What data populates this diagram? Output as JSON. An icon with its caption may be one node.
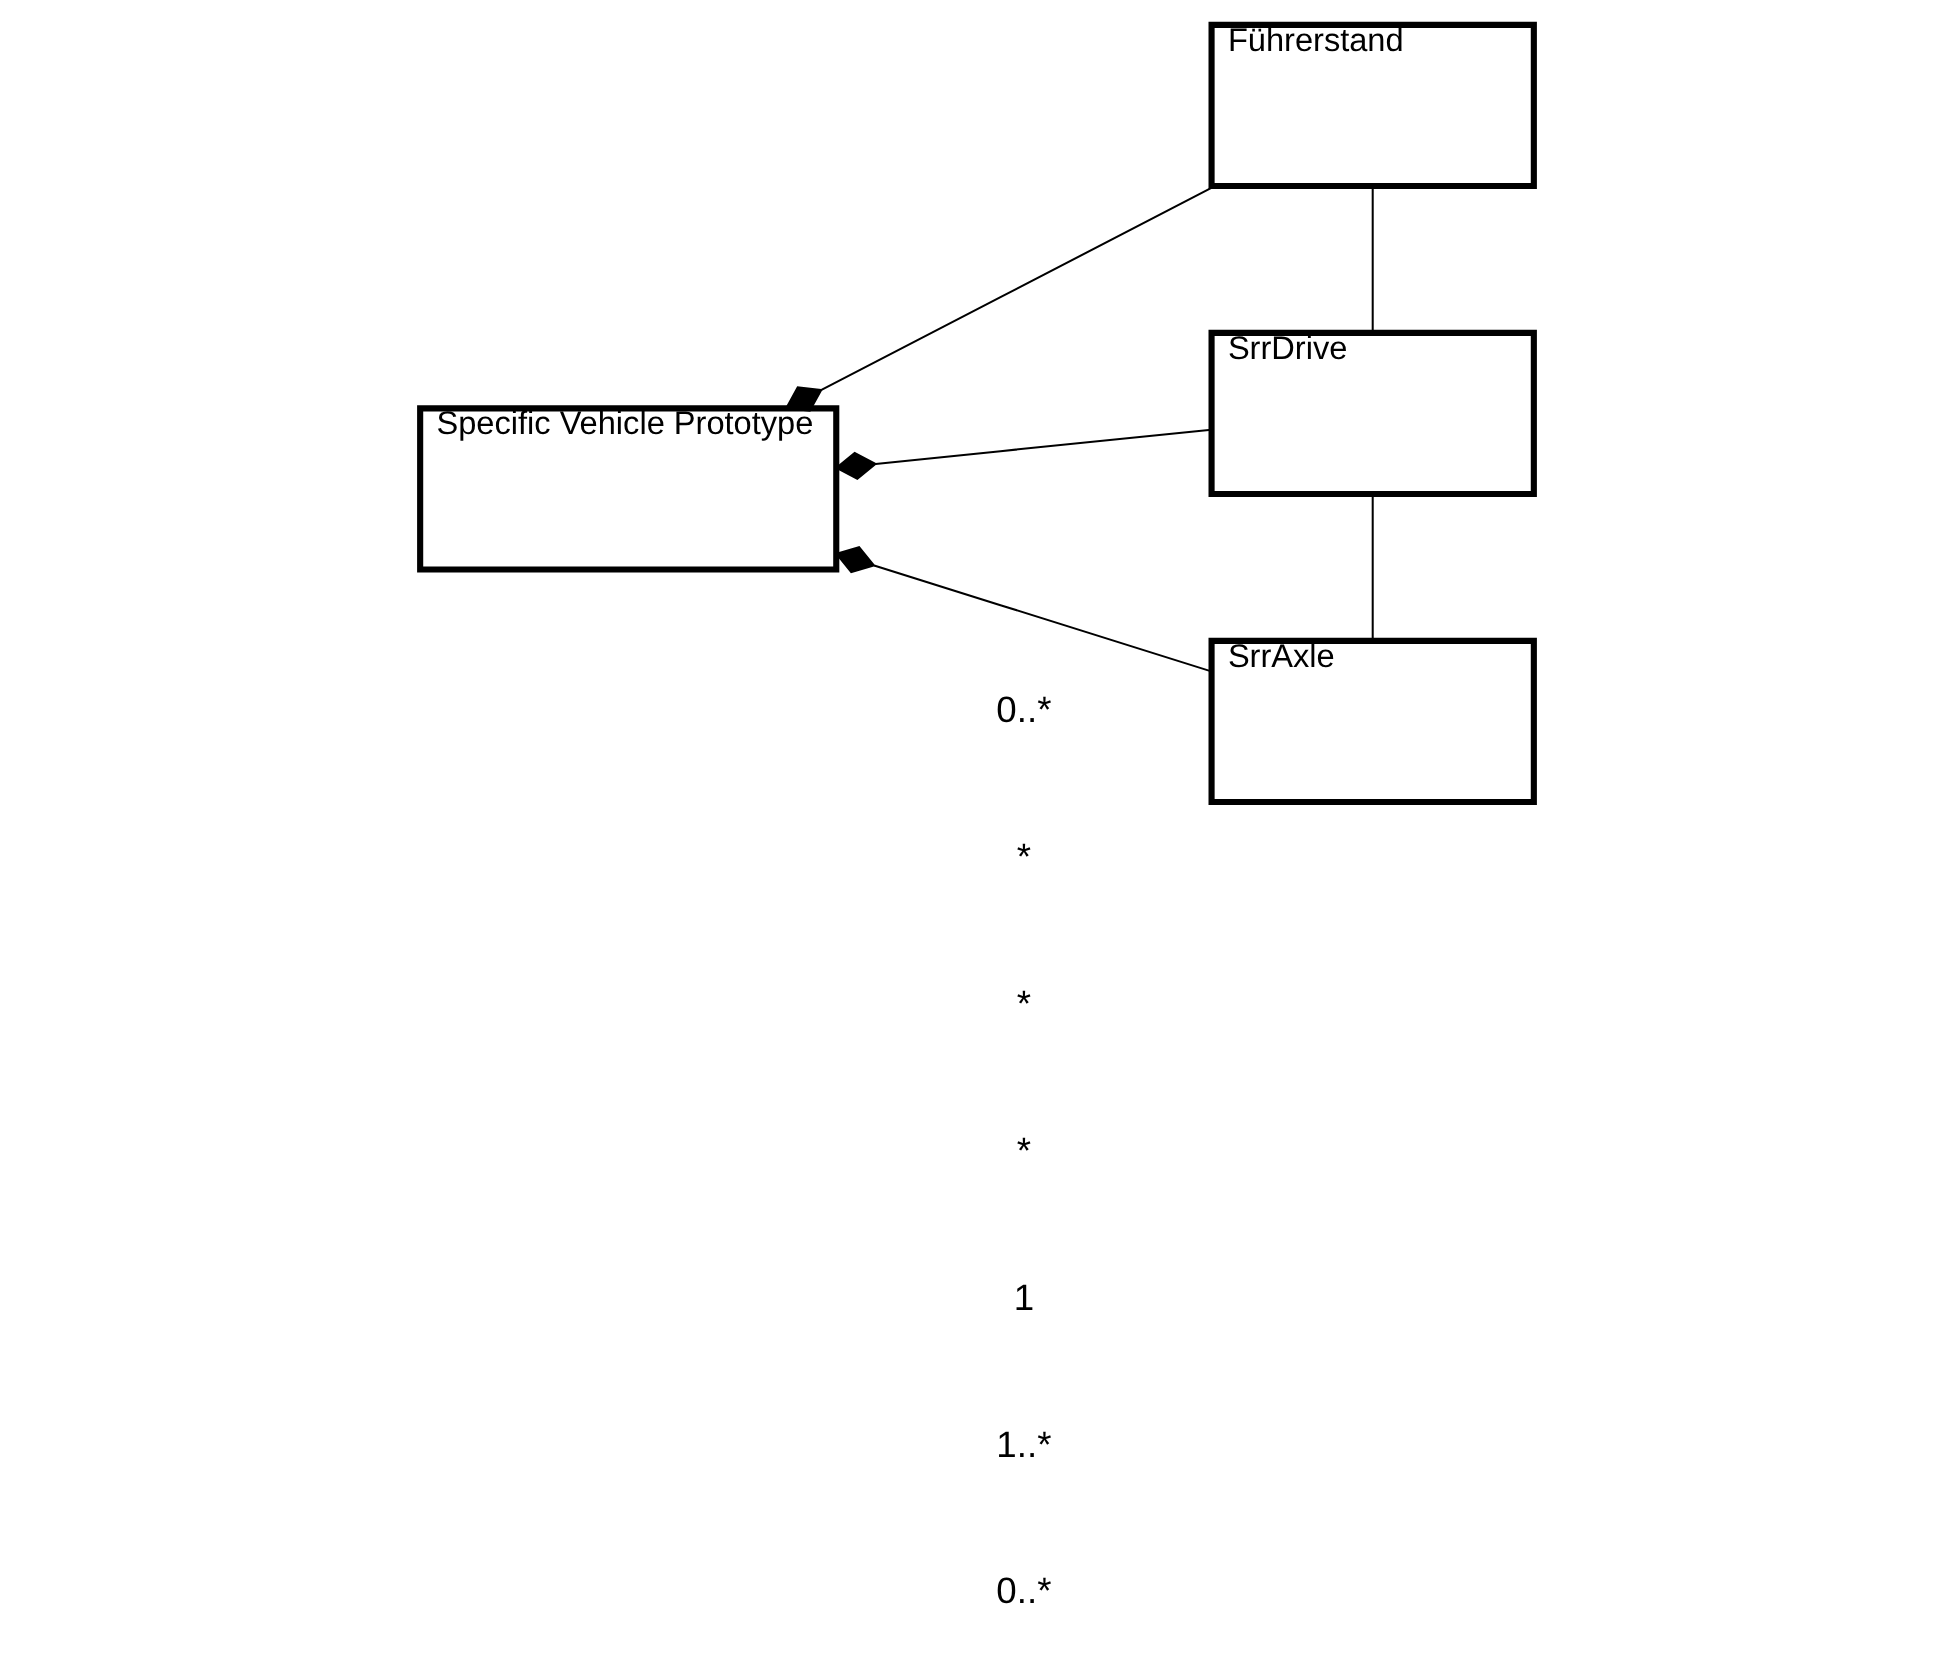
{
  "diagram": {
    "nodes": [
      {
        "text": [
          "Führerstand"
        ]
      },
      {
        "text": [
          "Specific Vehicle Prototype"
        ]
      },
      {
        "text": [
          "SrrDrive"
        ]
      },
      {
        "text": [
          "SrrAxle"
        ]
      }
    ],
    "edges": [
      {
        "from": 1,
        "to": 0,
        "arrow": "other"
      },
      {
        "from": 0,
        "to": 2,
        "arrow": "none"
      },
      {
        "from": 1,
        "to": 2,
        "arrow": "other"
      },
      {
        "from": 2,
        "to": 3,
        "arrow": "none"
      },
      {
        "from": 1,
        "to": 3,
        "arrow": "other"
      }
    ],
    "labels": [
      "0..*",
      "*",
      "*",
      "*",
      "1",
      "1..*",
      "0..*"
    ]
  }
}
